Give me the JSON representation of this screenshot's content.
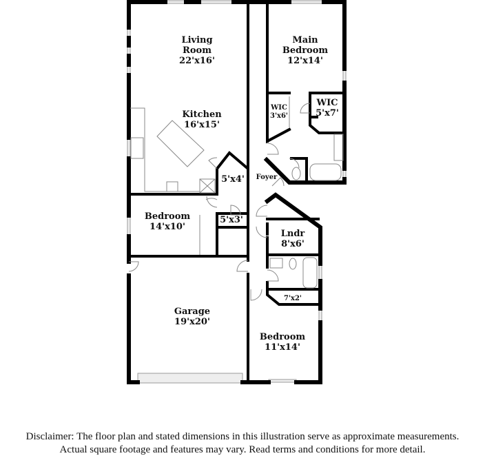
{
  "rooms": {
    "living": {
      "name_line1": "Living",
      "name_line2": "Room",
      "size": "22'x16'"
    },
    "main_bedroom": {
      "name_line1": "Main",
      "name_line2": "Bedroom",
      "size": "12'x14'"
    },
    "wic_small": {
      "name": "WIC",
      "size": "3'x6'"
    },
    "wic_large": {
      "name": "WIC",
      "size": "5'x7'"
    },
    "kitchen": {
      "name": "Kitchen",
      "size": "16'x15'"
    },
    "closet_pantry": {
      "size": "5'x4'"
    },
    "foyer": {
      "name": "Foyer"
    },
    "bedroom_west": {
      "name": "Bedroom",
      "size": "14'x10'"
    },
    "closet_hall": {
      "size": "5'x3'"
    },
    "laundry": {
      "name": "Lndr",
      "size": "8'x6'"
    },
    "closet_linen": {
      "size": "7'x2'"
    },
    "garage": {
      "name": "Garage",
      "size": "19'x20'"
    },
    "bedroom_south": {
      "name": "Bedroom",
      "size": "11'x14'"
    }
  },
  "disclaimer": {
    "line1": "Disclaimer: The floor plan and stated dimensions in this illustration serve as approximate measurements.",
    "line2": "Actual square footage and features may vary. Read terms and conditions for more detail."
  }
}
